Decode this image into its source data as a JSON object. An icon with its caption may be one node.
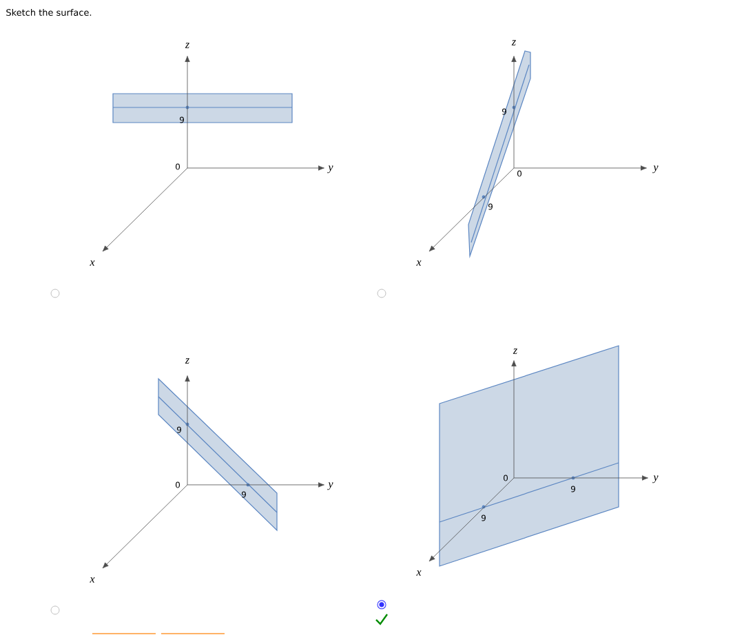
{
  "diagram": {
    "title": "Sketch the surface.",
    "labels": [
      "z",
      "9",
      "0",
      "y",
      "x",
      "z",
      "9",
      "y",
      "0",
      "9",
      "x",
      "z",
      "9",
      "0",
      "y",
      "9",
      "x",
      "z",
      "0",
      "y",
      "9",
      "9",
      "x"
    ]
  }
}
